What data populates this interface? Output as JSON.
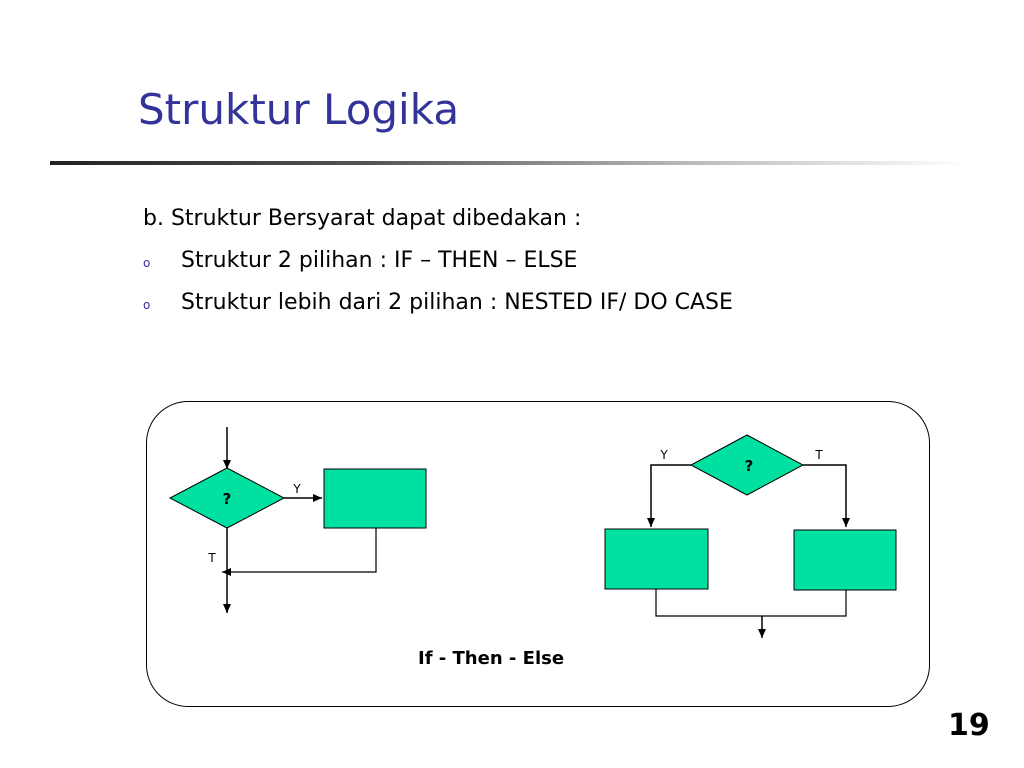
{
  "slide": {
    "title": "Struktur Logika",
    "page_number": "19"
  },
  "content": {
    "intro": "b. Struktur Bersyarat dapat dibedakan :",
    "bullet_symbol": "o",
    "bullets": [
      "Struktur 2 pilihan : IF – THEN – ELSE",
      "Struktur lebih dari 2 pilihan : NESTED IF/ DO CASE"
    ]
  },
  "diagram": {
    "caption": "If - Then - Else",
    "left_flow": {
      "decision_label": "?",
      "yes_label": "Y",
      "no_label": "T"
    },
    "right_flow": {
      "decision_label": "?",
      "yes_label": "Y",
      "no_label": "T"
    },
    "shape_fill": "#00E0A0"
  }
}
